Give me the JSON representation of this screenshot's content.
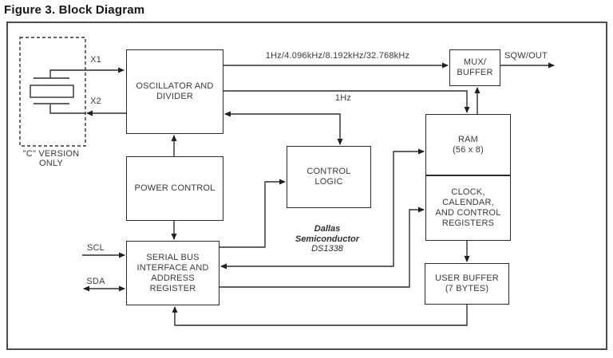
{
  "figure": {
    "title": "Figure 3. Block Diagram"
  },
  "blocks": {
    "oscillator": {
      "lines": [
        "OSCILLATOR AND",
        "DIVIDER"
      ]
    },
    "power_control": {
      "lines": [
        "POWER CONTROL"
      ]
    },
    "serial_bus": {
      "lines": [
        "SERIAL BUS",
        "INTERFACE AND",
        "ADDRESS",
        "REGISTER"
      ]
    },
    "control_logic": {
      "lines": [
        "CONTROL",
        "LOGIC"
      ]
    },
    "mux_buffer": {
      "lines": [
        "MUX/",
        "BUFFER"
      ]
    },
    "ram": {
      "lines": [
        "RAM",
        "(56 x 8)"
      ]
    },
    "clock_calendar": {
      "lines": [
        "CLOCK,",
        "CALENDAR,",
        "AND CONTROL",
        "REGISTERS"
      ]
    },
    "user_buffer": {
      "lines": [
        "USER BUFFER",
        "(7 BYTES)"
      ]
    }
  },
  "signals": {
    "x1": "X1",
    "x2": "X2",
    "clock_outputs": "1Hz/4.096kHz/8.192kHz/32.768kHz",
    "one_hz": "1Hz",
    "sqw_out": "SQW/OUT",
    "scl": "SCL",
    "sda": "SDA"
  },
  "notes": {
    "crystal": {
      "lines": [
        "\"C\" VERSION",
        "ONLY"
      ]
    },
    "branding": {
      "vendor_line1": "Dallas",
      "vendor_line2": "Semiconductor",
      "part_number": "DS1338"
    }
  },
  "colors": {
    "background": "#ffffff",
    "line": "#2e2e2e",
    "outer_border": "#4c4c4c",
    "text": "#3a3a3a"
  }
}
